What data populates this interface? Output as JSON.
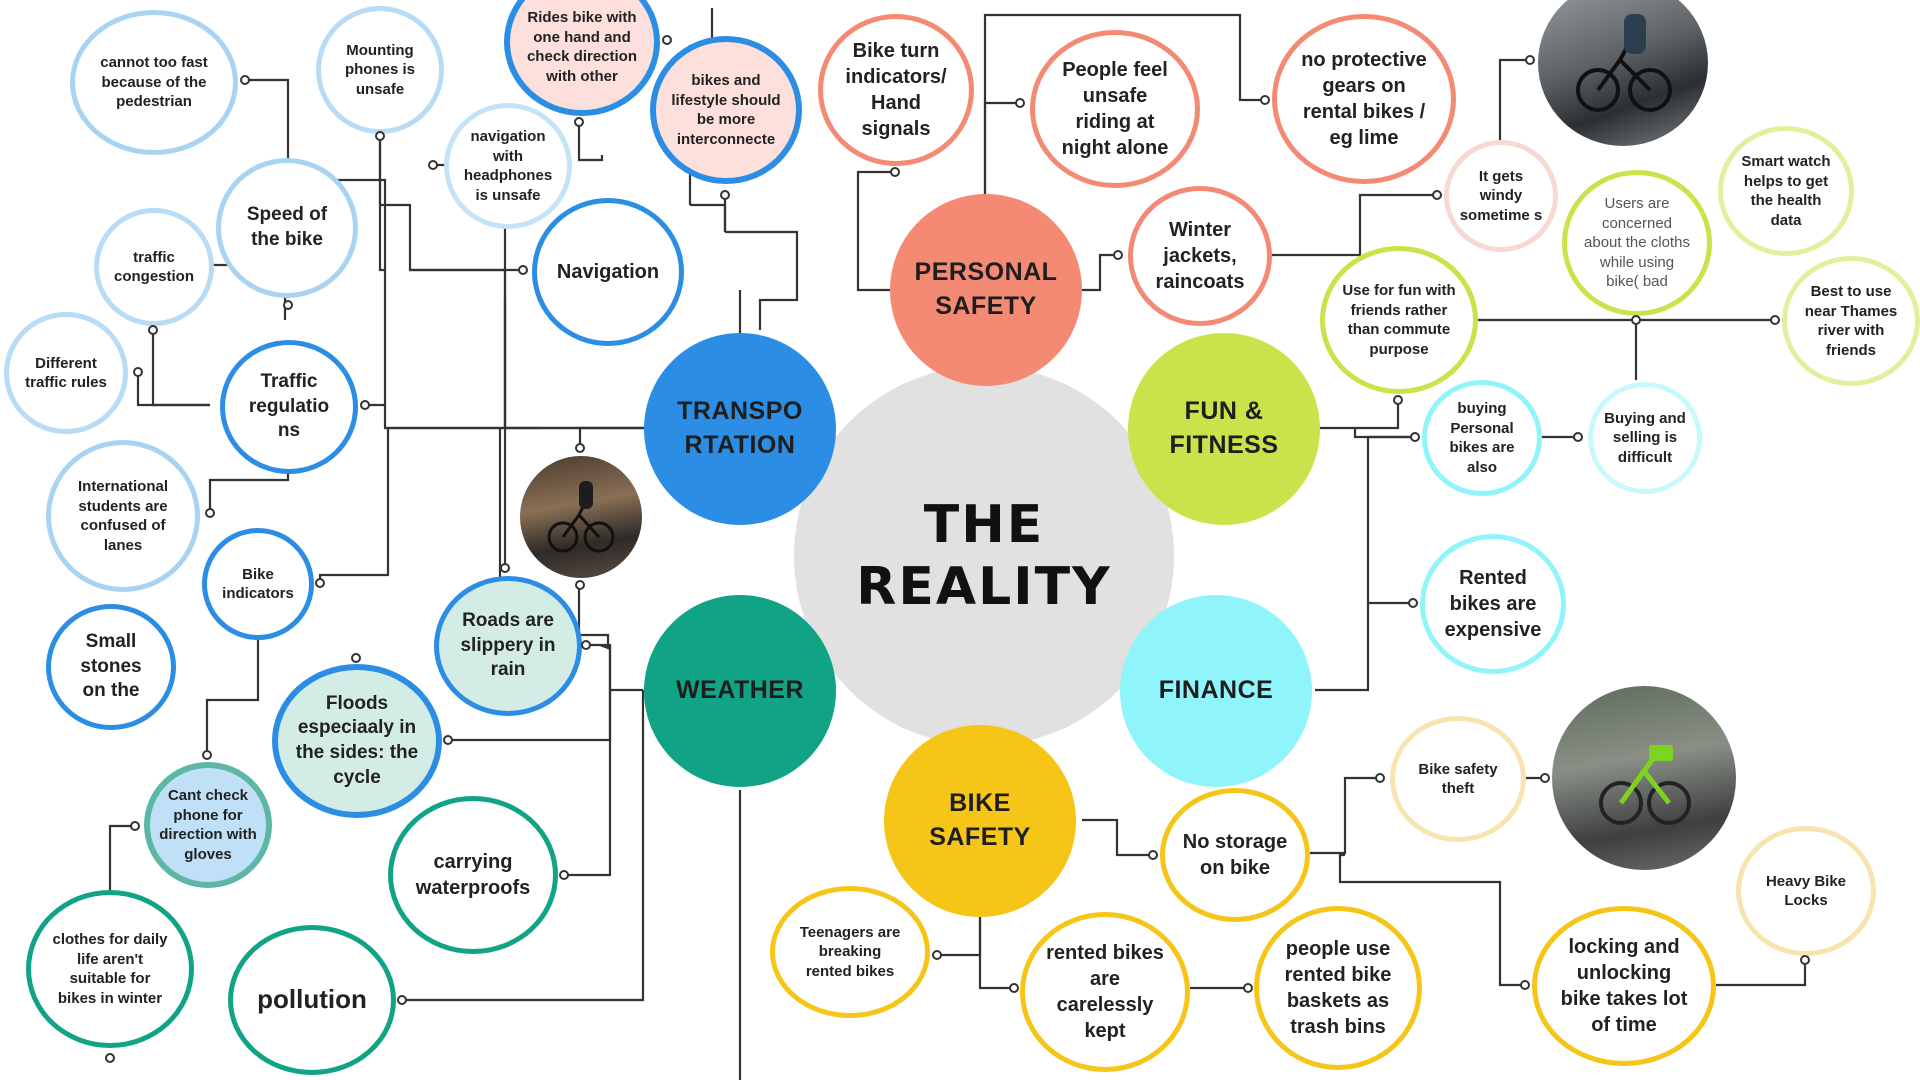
{
  "center": {
    "title": "THE REALITY"
  },
  "hubs": {
    "transportation": "TRANSPO RTATION",
    "personal_safety": "PERSONAL SAFETY",
    "fun_fitness": "FUN & FITNESS",
    "finance": "FINANCE",
    "bike_safety": "BIKE SAFETY",
    "weather": "WEATHER"
  },
  "nodes": {
    "cannot_too_fast": "cannot too fast because of the pedestrian",
    "mounting_phones": "Mounting phones is unsafe",
    "rides_bike_one_hand": "Rides bike with one hand and check direction with other",
    "bikes_lifestyle": "bikes and lifestyle should be more interconnecte",
    "bike_turn_indicators": "Bike turn indicators/ Hand signals",
    "people_feel_unsafe": "People feel unsafe riding at night alone",
    "no_protective_gears": "no protective gears on rental bikes / eg lime",
    "navigation_headphones": "navigation with headphones is unsafe",
    "speed_of_bike": "Speed of the bike",
    "navigation": "Navigation",
    "traffic_congestion": "traffic congestion",
    "different_traffic_rules": "Different traffic rules",
    "traffic_regulations": "Traffic regulatio ns",
    "international_students": "International students are confused of lanes",
    "bike_indicators": "Bike indicators",
    "small_stones": "Small stones on the",
    "roads_slippery": "Roads are slippery in rain",
    "floods": "Floods especiaaly in the sides: the cycle",
    "cant_check_phone": "Cant check phone for direction with gloves",
    "carrying_waterproofs": "carrying waterproofs",
    "clothes_daily_life": "clothes for daily life aren't suitable for bikes in winter",
    "pollution": "pollution",
    "winter_jackets": "Winter jackets, raincoats",
    "it_gets_windy": "It gets windy sometime s",
    "users_concerned": "Users are concerned about the cloths while using bike( bad",
    "smart_watch": "Smart watch helps to get the health data",
    "use_for_fun": "Use for fun with friends rather than commute purpose",
    "best_near_thames": "Best to use near Thames river with friends",
    "buying_personal": "buying Personal bikes are also",
    "buying_selling": "Buying and selling is difficult",
    "rented_expensive": "Rented bikes are expensive",
    "bike_safety_theft": "Bike safety theft",
    "no_storage": "No storage on bike",
    "heavy_locks": "Heavy Bike Locks",
    "teenagers_breaking": "Teenagers are breaking rented bikes",
    "rented_carelessly": "rented bikes are carelessly kept",
    "people_use_baskets": "people use rented bike baskets as trash bins",
    "locking_unlocking": "locking and unlocking bike takes lot of time"
  },
  "colors": {
    "center": "#e1e1e1",
    "transportation": "#2b8de4",
    "personal_safety": "#f48a73",
    "fun_fitness": "#c9e34a",
    "finance": "#8ff5fb",
    "bike_safety": "#f5c518",
    "weather": "#11a386",
    "connector": "#333333"
  }
}
